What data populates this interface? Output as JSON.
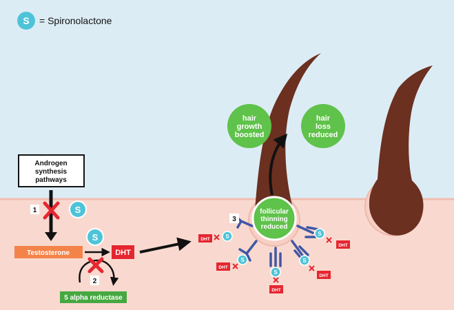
{
  "legend": {
    "symbol": "S",
    "text": "= Spironolactone"
  },
  "androgen_box": {
    "line1": "Androgen",
    "line2": "synthesis",
    "line3": "pathways"
  },
  "steps": {
    "one": "1",
    "two": "2",
    "three": "3"
  },
  "spiro_symbol": "S",
  "testosterone_label": "Testosterone",
  "dht_label": "DHT",
  "enzyme_label": "5 alpha reductase",
  "bubbles": {
    "growth": {
      "l1": "hair",
      "l2": "growth",
      "l3": "boosted"
    },
    "loss": {
      "l1": "hair",
      "l2": "loss",
      "l3": "reduced"
    },
    "follicle": {
      "l1": "follicular",
      "l2": "thinning",
      "l3": "reduced"
    }
  },
  "colors": {
    "sky": "#dcecf5",
    "skin": "#f9d9cf",
    "hair": "#6b3020",
    "spiro": "#4ec3d8",
    "green": "#5fc24a",
    "dht_red": "#e52630",
    "testosterone_orange": "#f4834a",
    "enzyme_green": "#46a840",
    "receptor_blue": "#3f57a6"
  }
}
